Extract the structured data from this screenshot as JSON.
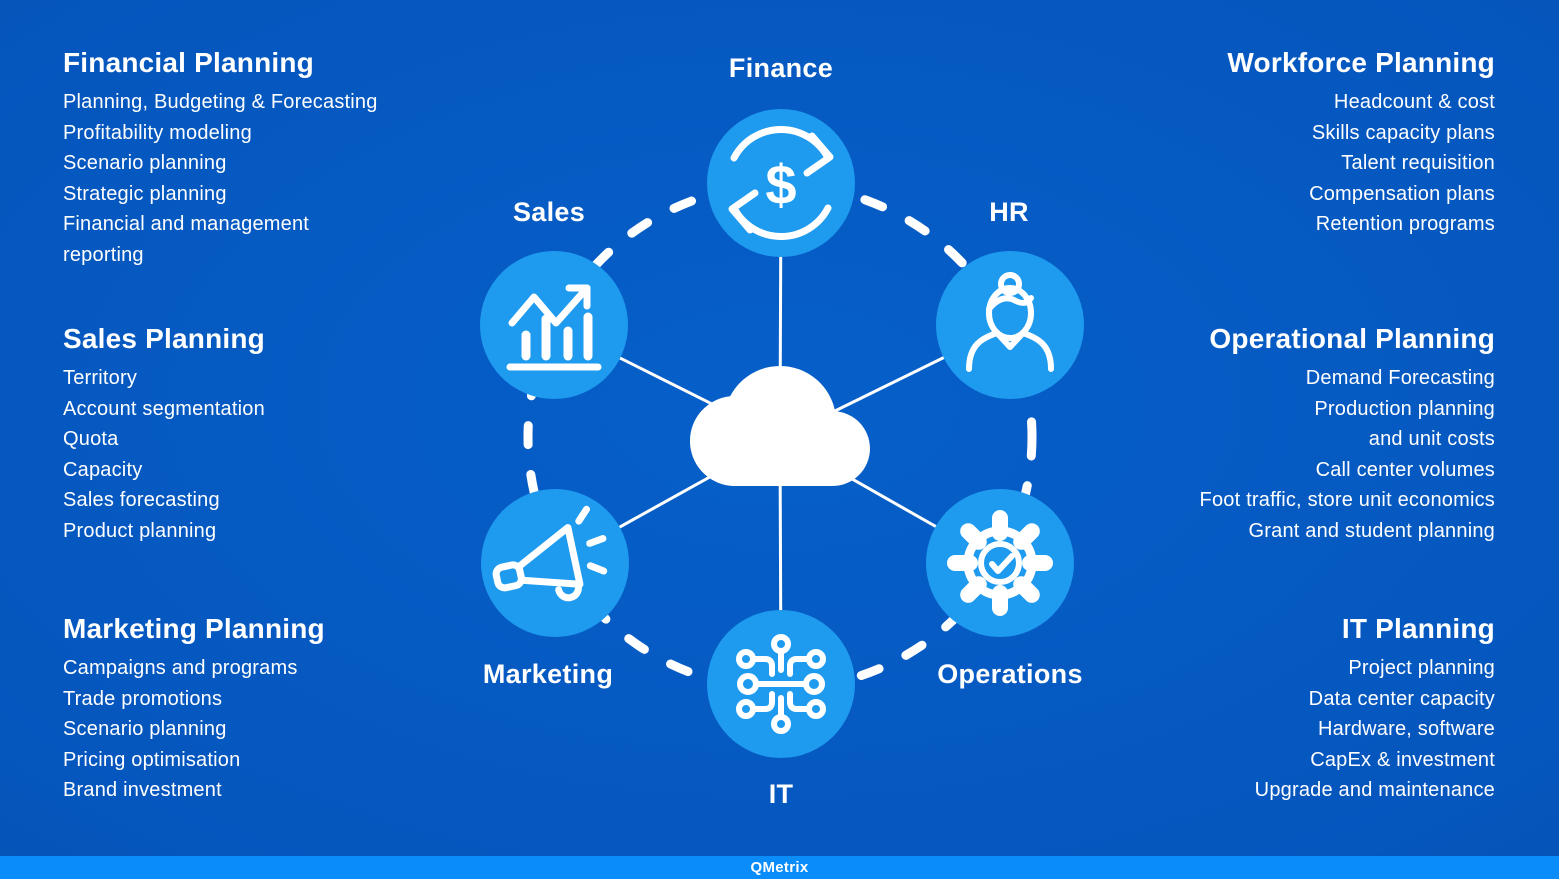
{
  "colors": {
    "background": "#0556BD",
    "background-center": "#065FC9",
    "background-edge": "#03489F",
    "node-circle": "#1E9AEF",
    "footer-bar": "#0A8CFA",
    "text": "#FFFFFF"
  },
  "sections": {
    "left": [
      {
        "title": "Financial Planning",
        "items": [
          "Planning, Budgeting & Forecasting",
          "Profitability modeling",
          "Scenario planning",
          "Strategic planning",
          "Financial and management\nreporting"
        ]
      },
      {
        "title": "Sales Planning",
        "items": [
          "Territory",
          "Account segmentation",
          "Quota",
          "Capacity",
          "Sales forecasting",
          "Product planning"
        ]
      },
      {
        "title": "Marketing Planning",
        "items": [
          "Campaigns and programs",
          "Trade promotions",
          "Scenario planning",
          "Pricing optimisation",
          "Brand investment"
        ]
      }
    ],
    "right": [
      {
        "title": "Workforce Planning",
        "items": [
          "Headcount & cost",
          "Skills capacity plans",
          "Talent requisition",
          "Compensation plans",
          "Retention programs"
        ]
      },
      {
        "title": "Operational Planning",
        "items": [
          "Demand Forecasting",
          "Production planning\nand unit costs",
          "Call center volumes",
          "Foot traffic, store unit economics",
          "Grant and student planning"
        ]
      },
      {
        "title": "IT Planning",
        "items": [
          "Project planning",
          "Data center capacity",
          "Hardware, software",
          "CapEx & investment",
          "Upgrade and maintenance"
        ]
      }
    ]
  },
  "diagram": {
    "hub_icon": "cloud-icon",
    "dollar_glyph": "$",
    "nodes": [
      {
        "id": "finance",
        "label": "Finance",
        "icon": "dollar-sync-icon"
      },
      {
        "id": "sales",
        "label": "Sales",
        "icon": "bar-chart-icon"
      },
      {
        "id": "hr",
        "label": "HR",
        "icon": "person-icon"
      },
      {
        "id": "marketing",
        "label": "Marketing",
        "icon": "megaphone-icon"
      },
      {
        "id": "operations",
        "label": "Operations",
        "icon": "gear-check-icon"
      },
      {
        "id": "it",
        "label": "IT",
        "icon": "circuit-icon"
      }
    ]
  },
  "footer": {
    "brand": "QMetrix"
  }
}
